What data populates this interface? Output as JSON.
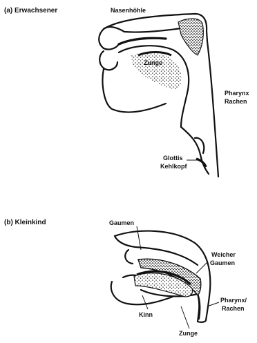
{
  "panel_a": {
    "caption": "(a) Erwachsener",
    "labels": {
      "nasal_cavity": "Nasenhöhle",
      "tongue": "Zunge",
      "pharynx_line1": "Pharynx",
      "pharynx_line2": "Rachen",
      "glottis_line1": "Glottis",
      "glottis_line2": "Kehlkopf"
    }
  },
  "panel_b": {
    "caption": "(b) Kleinkind",
    "labels": {
      "palate": "Gaumen",
      "soft_palate_line1": "Weicher",
      "soft_palate_line2": "Gaumen",
      "pharynx_line1": "Pharynx/",
      "pharynx_line2": "Rachen",
      "chin": "Kinn",
      "tongue": "Zunge"
    }
  }
}
